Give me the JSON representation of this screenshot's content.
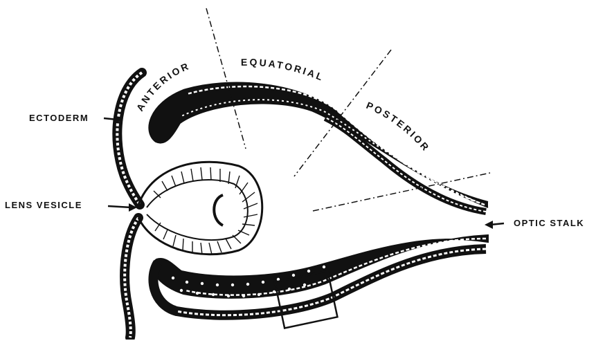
{
  "labels": {
    "ectoderm": "ECTODERM",
    "lens_vesicle": "LENS VESICLE",
    "optic_stalk": "OPTIC STALK"
  },
  "regions": {
    "anterior": "ANTERIOR",
    "equatorial": "EQUATORIAL",
    "posterior": "POSTERIOR"
  },
  "colors": {
    "ink": "#111111",
    "paper": "#ffffff"
  }
}
